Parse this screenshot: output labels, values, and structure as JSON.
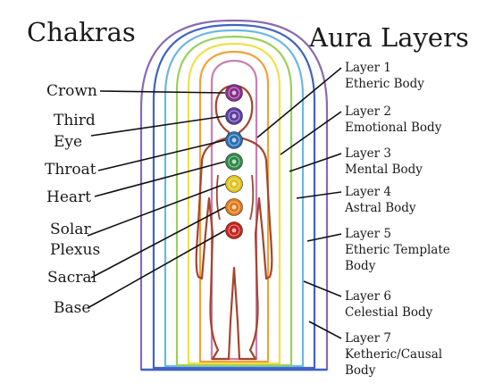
{
  "titles": {
    "left": "Chakras",
    "right": "Aura Layers"
  },
  "chakras": [
    {
      "id": "crown",
      "lines": [
        "Crown"
      ],
      "color": "#8a2e8c"
    },
    {
      "id": "third-eye",
      "lines": [
        "Third",
        "Eye"
      ],
      "color": "#5a3fa0"
    },
    {
      "id": "throat",
      "lines": [
        "Throat"
      ],
      "color": "#2a6fb5"
    },
    {
      "id": "heart",
      "lines": [
        "Heart"
      ],
      "color": "#2f8a4a"
    },
    {
      "id": "solar-plexus",
      "lines": [
        "Solar",
        "Plexus"
      ],
      "color": "#e0c21c"
    },
    {
      "id": "sacral",
      "lines": [
        "Sacral"
      ],
      "color": "#e07a1c"
    },
    {
      "id": "base",
      "lines": [
        "Base"
      ],
      "color": "#c4241c"
    }
  ],
  "layers": [
    {
      "id": "layer-1",
      "lines": [
        "Layer 1",
        "Etheric Body"
      ],
      "color": "#c97fb0"
    },
    {
      "id": "layer-2",
      "lines": [
        "Layer 2",
        "Emotional Body"
      ],
      "color": "#f2a13a"
    },
    {
      "id": "layer-3",
      "lines": [
        "Layer 3",
        "Mental Body"
      ],
      "color": "#efe04a"
    },
    {
      "id": "layer-4",
      "lines": [
        "Layer 4",
        "Astral Body"
      ],
      "color": "#9ad05a"
    },
    {
      "id": "layer-5",
      "lines": [
        "Layer 5",
        "Etheric Template",
        "Body"
      ],
      "color": "#6bb8e0"
    },
    {
      "id": "layer-6",
      "lines": [
        "Layer 6",
        "Celestial Body"
      ],
      "color": "#3f63c2"
    },
    {
      "id": "layer-7",
      "lines": [
        "Layer 7",
        "Ketheric/Causal",
        "Body"
      ],
      "color": "#8a6ab0"
    }
  ]
}
